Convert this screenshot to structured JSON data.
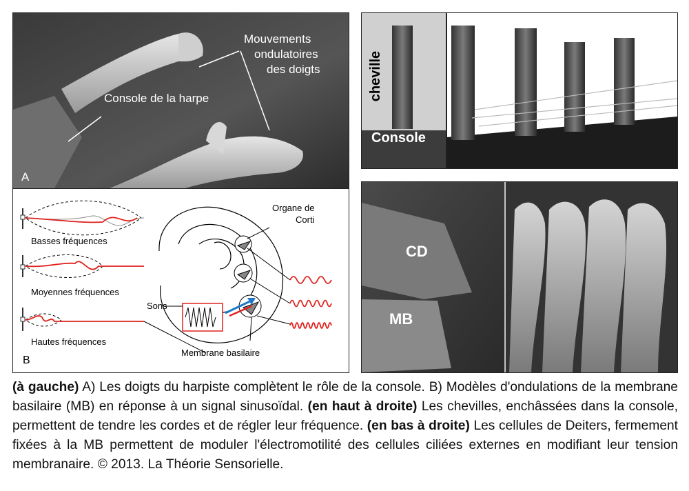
{
  "panel_a": {
    "letter": "A",
    "label_console": "Console de la harpe",
    "label_movements": [
      "Mouvements",
      "ondulatoires",
      "des doigts"
    ]
  },
  "panel_b": {
    "letter": "B",
    "wave_labels": [
      "Basses fréquences",
      "Moyennes fréquences",
      "Hautes fréquences"
    ],
    "organ_label": [
      "Organe de",
      "Corti"
    ],
    "sons_label": "Sons",
    "membrane_label": "Membrane basilaire",
    "accent_color": "#e0201c",
    "arrow_color": "#1e78c8"
  },
  "panel_top_right": {
    "label_cheville": "cheville",
    "label_console": "Console"
  },
  "panel_bottom_right": {
    "label_cd": "CD",
    "label_mb": "MB"
  },
  "caption": {
    "s1_bold": "(à gauche)",
    "s1_text": " A) Les doigts du harpiste complètent le rôle de la console. B) Modèles d'ondulations de la membrane basilaire (MB) en réponse à un signal sinusoïdal. ",
    "s2_bold": "(en haut à droite)",
    "s2_text": " Les chevilles, enchâssées dans la console, permettent de tendre les cordes et de régler leur fréquence. ",
    "s3_bold": "(en bas à droite)",
    "s3_text": " Les cellules de Deiters, fermement fixées à la MB permettent de moduler l'électromotilité des cellules ciliées externes en modifiant leur tension membranaire. © 2013. La Théorie Sensorielle."
  }
}
